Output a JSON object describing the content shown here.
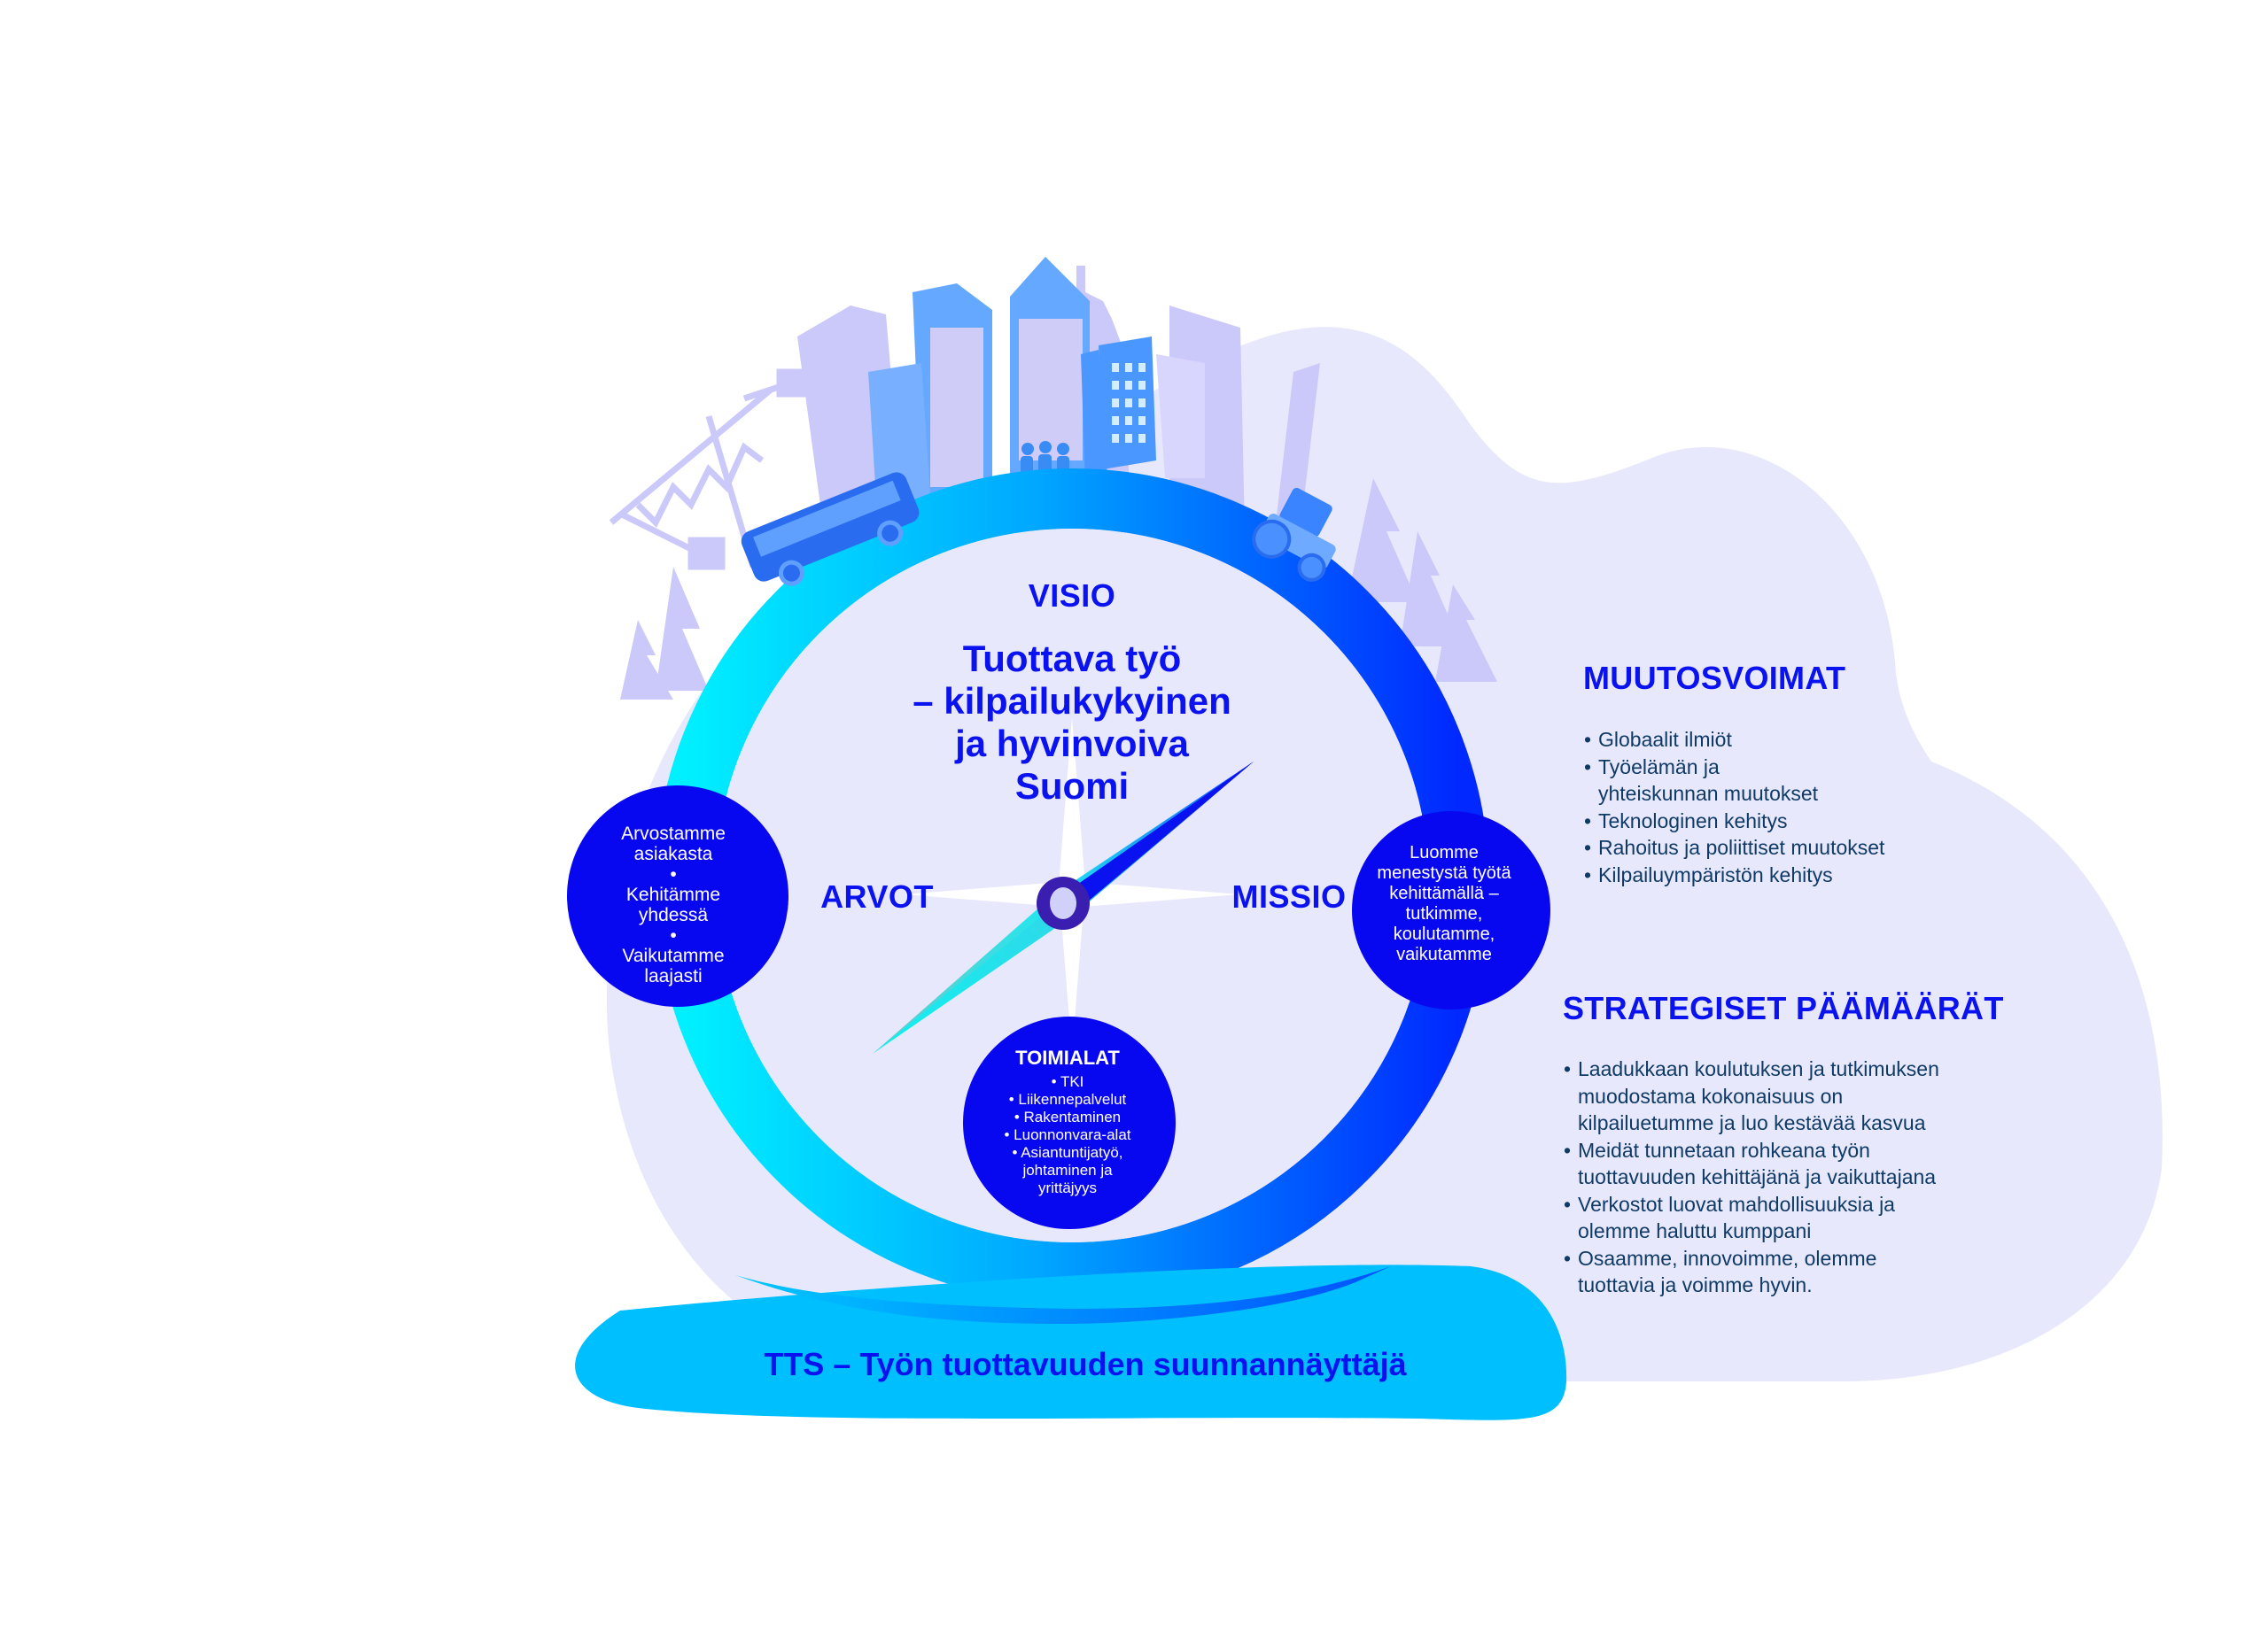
{
  "diagram": {
    "title": "TTS – Työn tuottavuuden suunnannäyttäjä",
    "colors": {
      "primary_blue": "#0a12f0",
      "cyan": "#00c0ff",
      "ring_start": "#00f0ff",
      "ring_end": "#0033ff",
      "lavender_bg": "#e8e8fc",
      "skyline": "#cbc9fa",
      "body_text": "#0f3a66"
    },
    "compass": {
      "visio_label": "VISIO",
      "vision_lines": [
        "Tuottava työ",
        "– kilpailukykyinen",
        "ja hyvinvoiva",
        "Suomi"
      ],
      "arvot_label": "ARVOT",
      "missio_label": "MISSIO",
      "values_circle": [
        "Arvostamme",
        "asiakasta",
        "•",
        "Kehitämme",
        "yhdessä",
        "•",
        "Vaikutamme",
        "laajasti"
      ],
      "mission_circle": [
        "Luomme",
        "menestystä työtä",
        "kehittämällä –",
        "tutkimme,",
        "koulutamme,",
        "vaikutamme"
      ],
      "industries": {
        "title": "TOIMIALAT",
        "items": [
          "• TKI",
          "• Liikennepalvelut",
          "• Rakentaminen",
          "• Luonnonvara-alat",
          "• Asiantuntijatyö,",
          "johtaminen ja",
          "yrittäjyys"
        ]
      }
    },
    "illustration": {
      "elements": [
        "skyline-buildings",
        "construction-crane",
        "bus",
        "walking-people",
        "tractor",
        "spruce-trees"
      ]
    },
    "muutosvoimat": {
      "title": "MUUTOSVOIMAT",
      "items": [
        "Globaalit ilmiöt",
        "Työelämän ja yhteiskunnan muutokset",
        "Teknologinen kehitys",
        "Rahoitus ja poliittiset muutokset",
        "Kilpailuympäristön kehitys"
      ],
      "item_lines": [
        [
          "Globaalit ilmiöt"
        ],
        [
          "Työelämän ja",
          "yhteiskunnan muutokset"
        ],
        [
          "Teknologinen kehitys"
        ],
        [
          "Rahoitus ja poliittiset muutokset"
        ],
        [
          "Kilpailuympäristön kehitys"
        ]
      ]
    },
    "strategiset_paamaarat": {
      "title": "STRATEGISET PÄÄMÄÄRÄT",
      "item_lines": [
        [
          "Laadukkaan koulutuksen ja tutkimuksen",
          "muodostama kokonaisuus on",
          "kilpailuetumme ja luo kestävää kasvua"
        ],
        [
          "Meidät tunnetaan rohkeana työn",
          "tuottavuuden kehittäjänä ja vaikuttajana"
        ],
        [
          "Verkostot luovat mahdollisuuksia ja",
          "olemme haluttu kumppani"
        ],
        [
          "Osaamme, innovoimme, olemme",
          "tuottavia ja voimme hyvin."
        ]
      ]
    }
  }
}
